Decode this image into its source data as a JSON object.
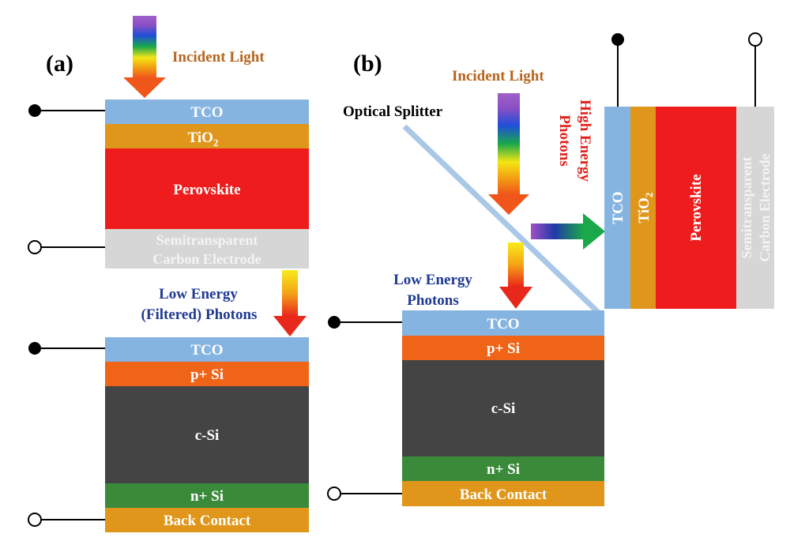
{
  "panel_a": {
    "label": "(a)",
    "incident_light": "Incident Light",
    "top_cell": {
      "tco": "TCO",
      "tio2": "TiO",
      "tio2_sub": "2",
      "perovskite": "Perovskite",
      "electrode_line1": "Semitransparent",
      "electrode_line2": "Carbon Electrode"
    },
    "filtered_line1": "Low Energy",
    "filtered_line2": "(Filtered) Photons",
    "bottom_cell": {
      "tco": "TCO",
      "p_si": "p+ Si",
      "c_si": "c-Si",
      "n_si": "n+ Si",
      "back": "Back Contact"
    }
  },
  "panel_b": {
    "label": "(b)",
    "incident_light": "Incident Light",
    "splitter": "Optical Splitter",
    "high_line1": "High Energy",
    "high_line2": "Photons",
    "low_line1": "Low Energy",
    "low_line2": "Photons",
    "perov_cell": {
      "tco": "TCO",
      "tio2": "TiO",
      "tio2_sub": "2",
      "perovskite": "Perovskite",
      "electrode_line1": "Semitransparent",
      "electrode_line2": "Carbon Electrode"
    },
    "si_cell": {
      "tco": "TCO",
      "p_si": "p+ Si",
      "c_si": "c-Si",
      "n_si": "n+ Si",
      "back": "Back Contact"
    }
  },
  "colors": {
    "tco": "#86b4e0",
    "tio2": "#e0961a",
    "perovskite": "#ee1c1c",
    "electrode": "#d6d6d6",
    "p_si": "#f06418",
    "c_si": "#444444",
    "n_si": "#3a8a3a",
    "back": "#e0961a",
    "splitter": "#a9c7e6"
  }
}
